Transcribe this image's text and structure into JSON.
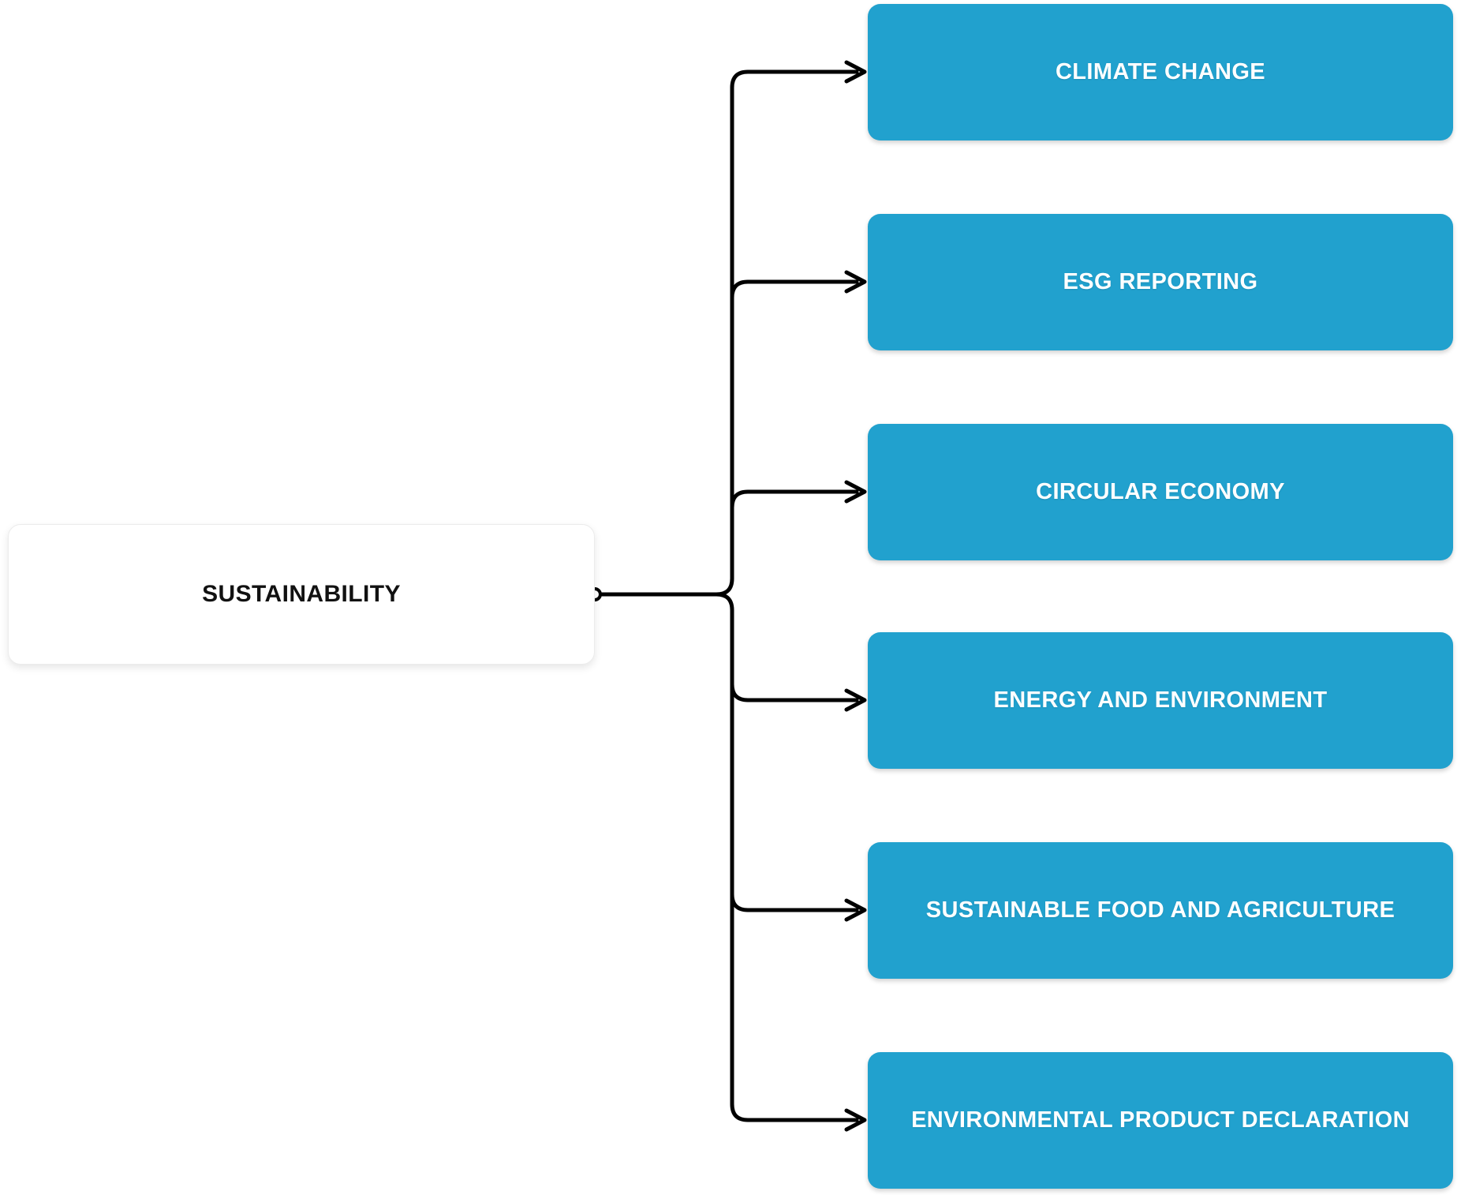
{
  "diagram": {
    "root": {
      "label": "SUSTAINABILITY"
    },
    "children": [
      {
        "label": "CLIMATE CHANGE"
      },
      {
        "label": "ESG REPORTING"
      },
      {
        "label": "CIRCULAR ECONOMY"
      },
      {
        "label": "ENERGY AND ENVIRONMENT"
      },
      {
        "label": "SUSTAINABLE FOOD AND AGRICULTURE"
      },
      {
        "label": "ENVIRONMENTAL PRODUCT DECLARATION"
      }
    ],
    "colors": {
      "child_node_fill": "#21A1CE",
      "child_node_text": "#FFFFFF",
      "root_node_fill": "#FFFFFF",
      "root_node_text": "#111111",
      "connector": "#000000"
    }
  }
}
